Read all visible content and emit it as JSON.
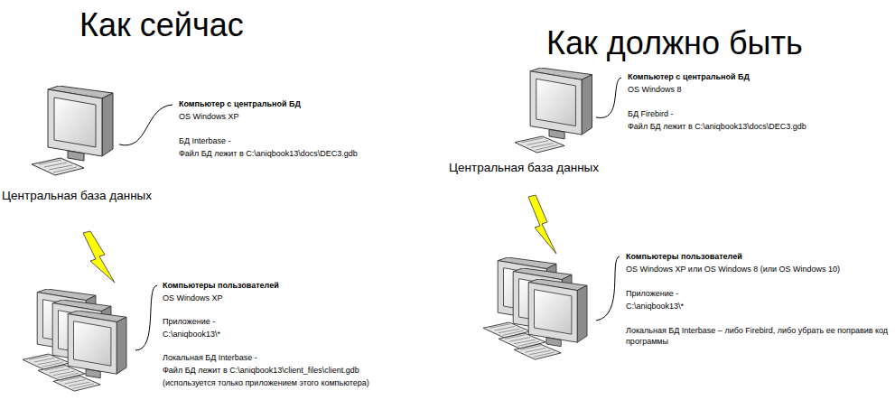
{
  "diagram": {
    "labels": [
      "Как сейчас",
      "Как должно быть",
      "Компьютер с центральной БД",
      "OS Windows XP",
      "БД Interbase -",
      "Файл БД лежит в C:\\aniqbook13\\docs\\DEC3.gdb",
      "Центральная база данных",
      "Компьютеры пользователей",
      "OS Windows XP",
      "Приложение -",
      "C:\\aniqbook13\\*",
      "Локальная БД Interbase -",
      "Файл БД лежит в C:\\aniqbook13\\client_files\\client.gdb",
      "(используется только приложением этого компьютера)",
      "Компьютер с центральной БД",
      "OS Windows 8",
      "БД Firebird -",
      "Файл БД лежит в C:\\aniqbook13\\docs\\DEC3.gdb",
      "Центральная база данных",
      "Компьютеры пользователей",
      "OS Windows XP или OS Windows 8 (или OS Windows 10)",
      "Приложение -",
      "C:\\aniqbook13\\*",
      "Локальная БД Interbase – либо Firebird, либо убрать ее поправив код программы"
    ]
  }
}
